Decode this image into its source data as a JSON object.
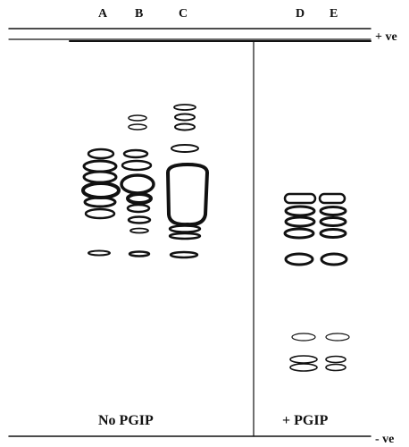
{
  "lanes": [
    {
      "id": "A",
      "label": "A"
    },
    {
      "id": "B",
      "label": "B"
    },
    {
      "id": "C",
      "label": "C"
    },
    {
      "id": "D",
      "label": "D"
    },
    {
      "id": "E",
      "label": "E"
    }
  ],
  "poles": {
    "positive": "+ ve",
    "negative": "- ve"
  },
  "conditions": {
    "left": "No PGIP",
    "right": "+ PGIP"
  }
}
